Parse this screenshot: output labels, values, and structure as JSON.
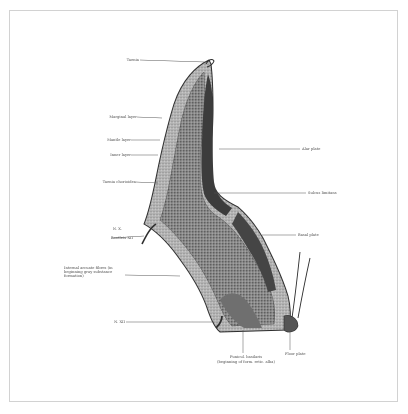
{
  "figure": {
    "colors": {
      "ink": "#2e2e2e",
      "shade": "#6a6a6a",
      "light": "#b9b9b9",
      "frame": "#d2d2d2"
    },
    "labels": {
      "taenia": "Taenia",
      "marginal_layer": "Marginal layer",
      "mantle_layer": "Mantle layer",
      "ependymal_layer": "Inner layer",
      "taenia_choroidea": "Taenia chorioidea",
      "n_x": "N. X.",
      "n_xii_root": "Rootlets XII",
      "internal_arcuate": "Internal arcuate fibres (in beginning gray substance formation)",
      "n_xii": "N. XII",
      "alar_plate": "Alar plate",
      "sulcus_limitans": "Sulcus limitans",
      "basal_plate": "Basal plate",
      "fasciculi_terminalis": "Funicul. basilaris",
      "fasciculi_note": "(beginning of form. retic. alba)",
      "floor_plate": "Floor plate"
    }
  }
}
